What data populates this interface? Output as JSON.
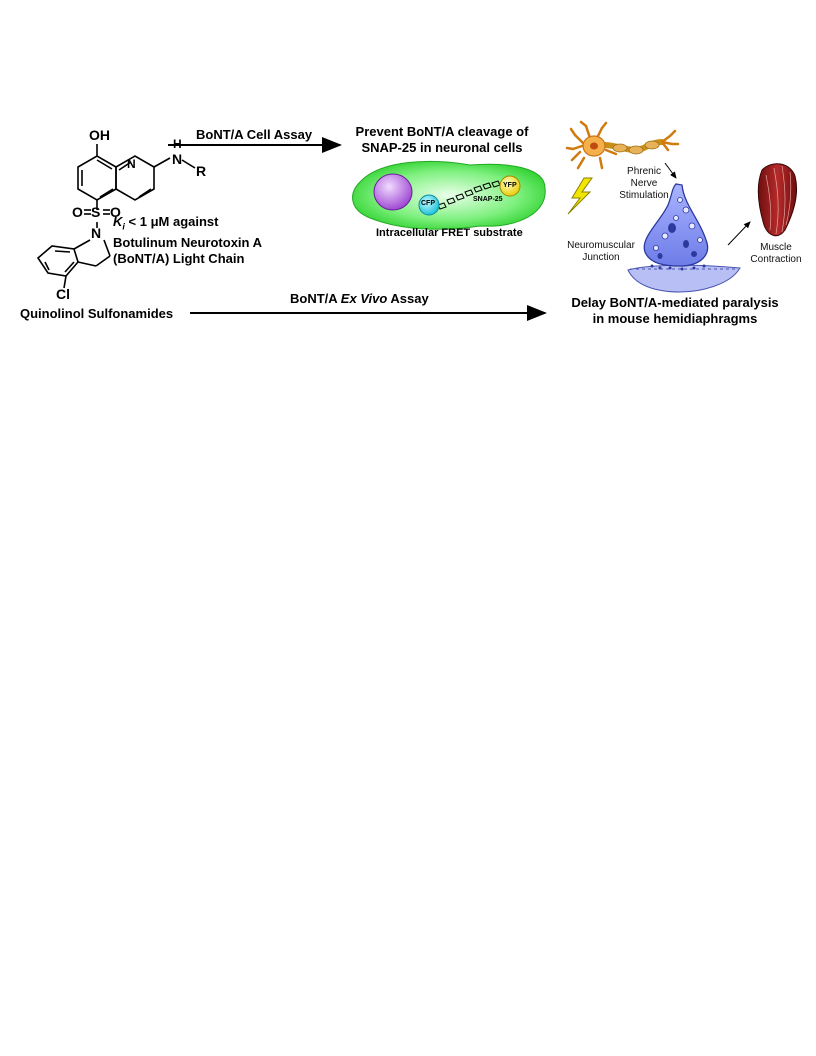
{
  "molecule": {
    "oh": "OH",
    "n_ring": "N",
    "nh_n": "N",
    "nh_h": "H",
    "r": "R",
    "so2_o1": "O",
    "so2_s": "S",
    "so2_o2": "O",
    "indoline_n": "N",
    "cl": "Cl"
  },
  "ki_text": {
    "k": "K",
    "sub": "i",
    "rest": " < 1 μM against",
    "line2": "Botulinum Neurotoxin A",
    "line3": "(BoNT/A) Light Chain"
  },
  "compound_class": "Quinolinol Sulfonamides",
  "cell_assay": {
    "arrow_label": "BoNT/A Cell Assay",
    "result_line1": "Prevent BoNT/A cleavage of",
    "result_line2": "SNAP-25 in neuronal cells",
    "cfp": "CFP",
    "yfp": "YFP",
    "snap25": "SNAP-25",
    "caption": "Intracellular FRET substrate"
  },
  "ex_vivo": {
    "arrow_label_pre": "BoNT/A ",
    "arrow_label_italic": "Ex Vivo",
    "arrow_label_post": " Assay",
    "result_line1": "Delay BoNT/A-mediated paralysis",
    "result_line2": "in mouse hemidiaphragms"
  },
  "nmj": {
    "phrenic1": "Phrenic",
    "phrenic2": "Nerve",
    "phrenic3": "Stimulation",
    "junction1": "Neuromuscular",
    "junction2": "Junction",
    "muscle1": "Muscle",
    "muscle2": "Contraction"
  },
  "colors": {
    "cell_green": "#33dd33",
    "protein_purple": "#a855d8",
    "cfp_cyan": "#22cce0",
    "yfp_yellow": "#f5e10a",
    "neuron_orange": "#f0a030",
    "terminal_blue": "#8f9bf0",
    "muscle_red": "#8b1a1a",
    "bolt_yellow": "#f2e600"
  }
}
